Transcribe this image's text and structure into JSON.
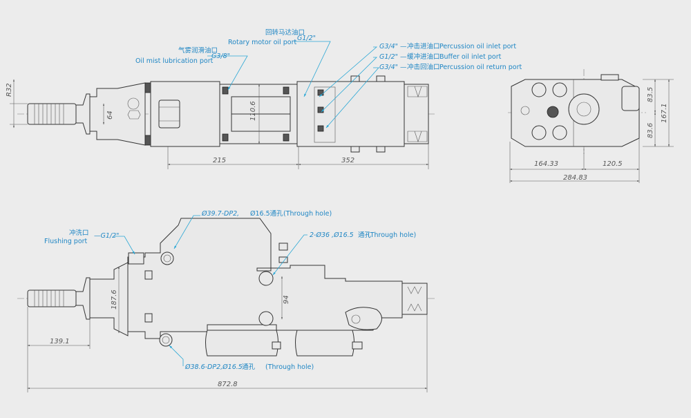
{
  "dims": {
    "r32": "R32",
    "d64": "64",
    "d110_6": "110.6",
    "d215": "215",
    "d352": "352",
    "d164_33": "164.33",
    "d120_5": "120.5",
    "d284_83": "284.83",
    "d83_5": "83.5",
    "d83_6": "83.6",
    "d167_1": "167.1",
    "d187_6": "187.6",
    "d94": "94",
    "d139_1": "139.1",
    "d872_8": "872.8"
  },
  "ports": {
    "rotary_cn": "回转马达油口",
    "rotary_size": "G1/2\"",
    "rotary_en": "Rotary motor oil port",
    "oilmist_cn": "气雾润滑油口",
    "oilmist_size": "G3/8\"",
    "oilmist_en": "Oil mist lubrication port",
    "perc_inlet_size": "G3/4\" —",
    "perc_inlet_cn": "冲击进油口",
    "perc_inlet_en": "Percussion oil inlet port",
    "buffer_inlet_size": "G1/2\" —",
    "buffer_inlet_cn": "缓冲进油口",
    "buffer_inlet_en": "Buffer oil inlet port",
    "perc_return_size": "G3/4\" —",
    "perc_return_cn": "冲击回油口",
    "perc_return_en": "Percussion oil return port",
    "flushing_cn": "冲洗口",
    "flushing_size": "—G1/2\"",
    "flushing_en": "Flushing port"
  },
  "holes": {
    "top_spec": "Ø39.7-DP2,",
    "top_cn": "Ø16.5通孔",
    "top_en": "(Through hole)",
    "mid_spec": "2-Ø36 ,Ø16.5",
    "mid_cn": "通孔",
    "mid_en": "(Through hole)",
    "bottom_spec": "Ø38.6-DP2,Ø16.5",
    "bottom_cn": "通孔",
    "bottom_en": "(Through hole)"
  }
}
